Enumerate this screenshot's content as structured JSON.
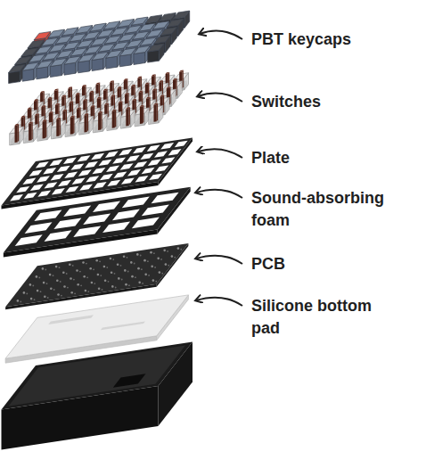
{
  "diagram": {
    "labels": [
      "PBT keycaps",
      "Switches",
      "Plate",
      "Sound-absorbing foam",
      "PCB",
      "Silicone bottom pad"
    ]
  }
}
